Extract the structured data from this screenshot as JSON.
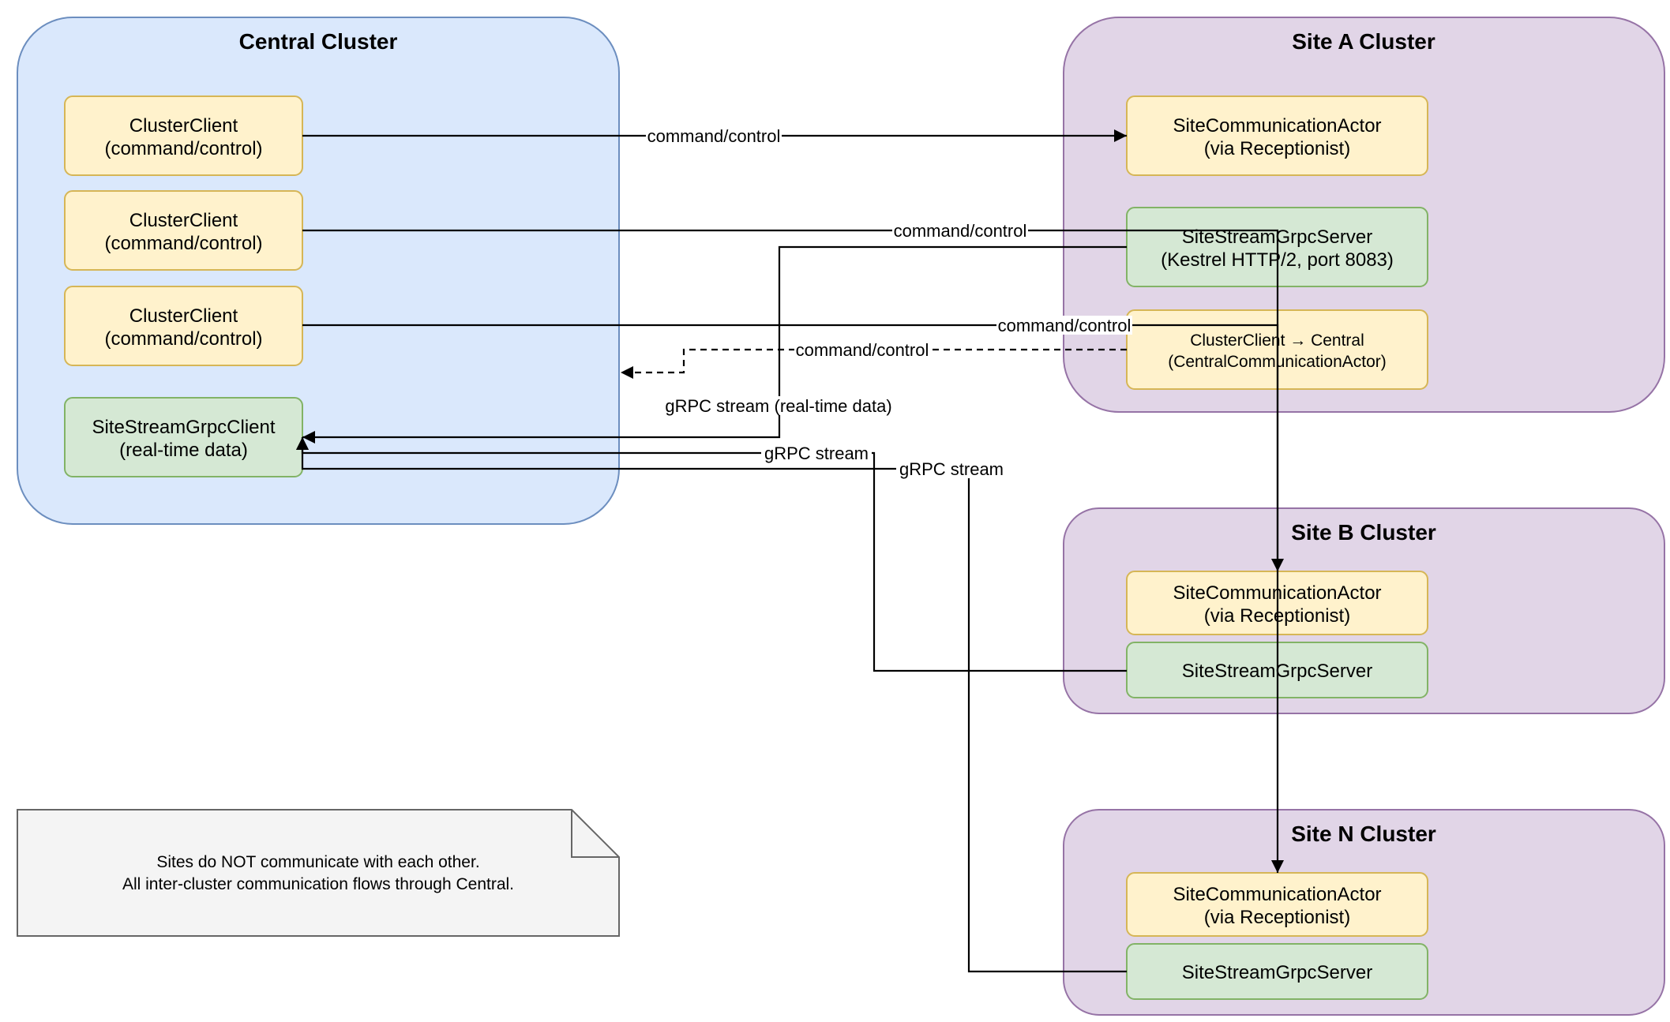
{
  "clusters": {
    "central": {
      "title": "Central Cluster"
    },
    "site_a": {
      "title": "Site A Cluster"
    },
    "site_b": {
      "title": "Site B Cluster"
    },
    "site_n": {
      "title": "Site N Cluster"
    }
  },
  "nodes": {
    "central_client_1": [
      "ClusterClient",
      "(command/control)"
    ],
    "central_client_2": [
      "ClusterClient",
      "(command/control)"
    ],
    "central_client_3": [
      "ClusterClient",
      "(command/control)"
    ],
    "central_grpc_client": [
      "SiteStreamGrpcClient",
      "(real-time data)"
    ],
    "site_a_actor": [
      "SiteCommunicationActor",
      "(via Receptionist)"
    ],
    "site_a_grpc_server": [
      "SiteStreamGrpcServer",
      "(Kestrel HTTP/2, port 8083)"
    ],
    "site_a_client": [
      "ClusterClient → Central",
      "(CentralCommunicationActor)"
    ],
    "site_b_actor": [
      "SiteCommunicationActor",
      "(via Receptionist)"
    ],
    "site_b_grpc_server": [
      "SiteStreamGrpcServer"
    ],
    "site_n_actor": [
      "SiteCommunicationActor",
      "(via Receptionist)"
    ],
    "site_n_grpc_server": [
      "SiteStreamGrpcServer"
    ]
  },
  "edges": {
    "cc1_to_site_a": "command/control",
    "cc2_to_site_b": "command/control",
    "cc3_to_site_n": "command/control",
    "site_a_to_central": "command/control",
    "site_a_grpc": "gRPC stream (real-time data)",
    "site_b_grpc": "gRPC stream",
    "site_n_grpc": "gRPC stream"
  },
  "note": {
    "lines": [
      "Sites do NOT communicate with each other.",
      "All inter-cluster communication flows through Central."
    ]
  },
  "colors": {
    "central_fill": "#dae8fc",
    "central_stroke": "#6c8ebf",
    "site_fill": "#e1d5e7",
    "site_stroke": "#9673a6",
    "actor_fill": "#fff2cc",
    "actor_stroke": "#d6b656",
    "grpc_fill": "#d5e8d4",
    "grpc_stroke": "#82b366",
    "note_fill": "#f5f5f5",
    "note_stroke": "#666666"
  }
}
